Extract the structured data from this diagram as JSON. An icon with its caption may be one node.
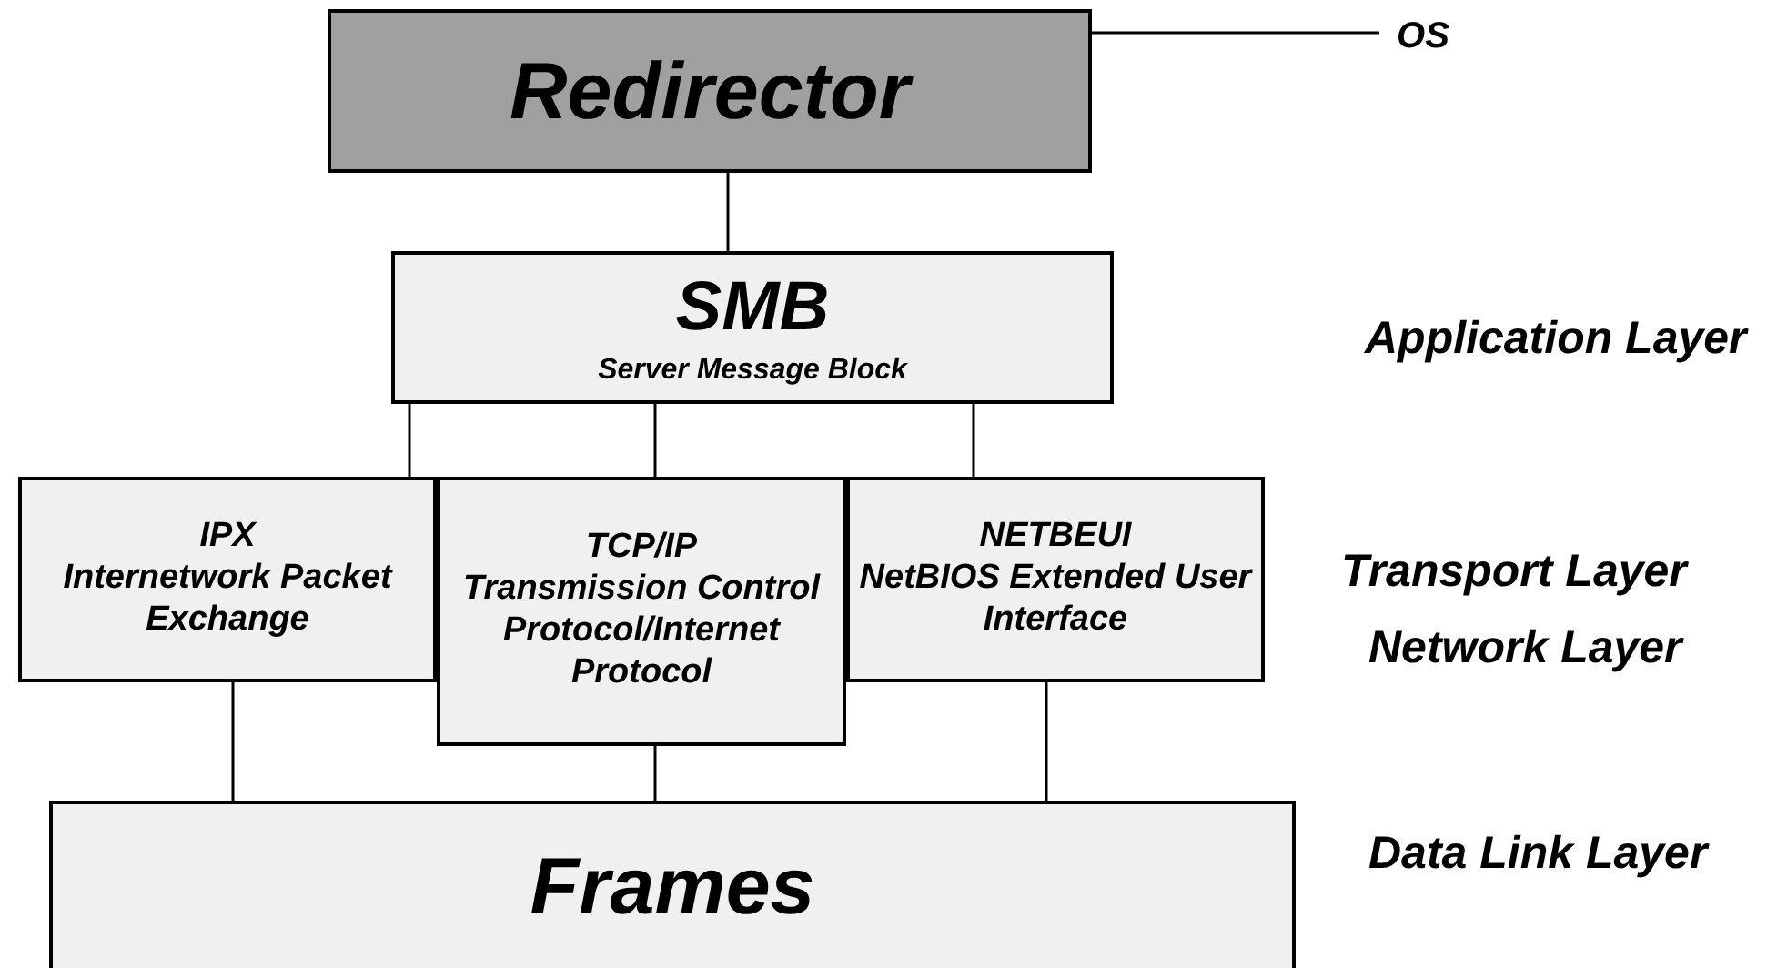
{
  "diagram": {
    "nodes": [
      {
        "text": [
          "Redirector"
        ]
      },
      {
        "text": [
          "OS"
        ]
      },
      {
        "text": [
          "SMB",
          "Server Message Block"
        ]
      },
      {
        "text": [
          "IPX",
          "Internetwork Packet Exchange"
        ]
      },
      {
        "text": [
          "TCP/IP",
          "Transmission Control Protocol/Internet Protocol"
        ]
      },
      {
        "text": [
          "NETBEUI",
          "NetBIOS Extended User Interface"
        ]
      },
      {
        "text": [
          "Frames"
        ]
      }
    ],
    "edges": [
      {
        "from": 0,
        "to": 1,
        "arrow": "none"
      },
      {
        "from": 0,
        "to": 2,
        "arrow": "none"
      },
      {
        "from": 2,
        "to": 3,
        "arrow": "none"
      },
      {
        "from": 2,
        "to": 4,
        "arrow": "none"
      },
      {
        "from": 2,
        "to": 5,
        "arrow": "none"
      },
      {
        "from": 3,
        "to": 6,
        "arrow": "none"
      },
      {
        "from": 4,
        "to": 6,
        "arrow": "none"
      },
      {
        "from": 5,
        "to": 6,
        "arrow": "none"
      }
    ],
    "labels": [
      "Application Layer",
      "Transport Layer",
      "Network Layer",
      "Data Link Layer"
    ]
  }
}
